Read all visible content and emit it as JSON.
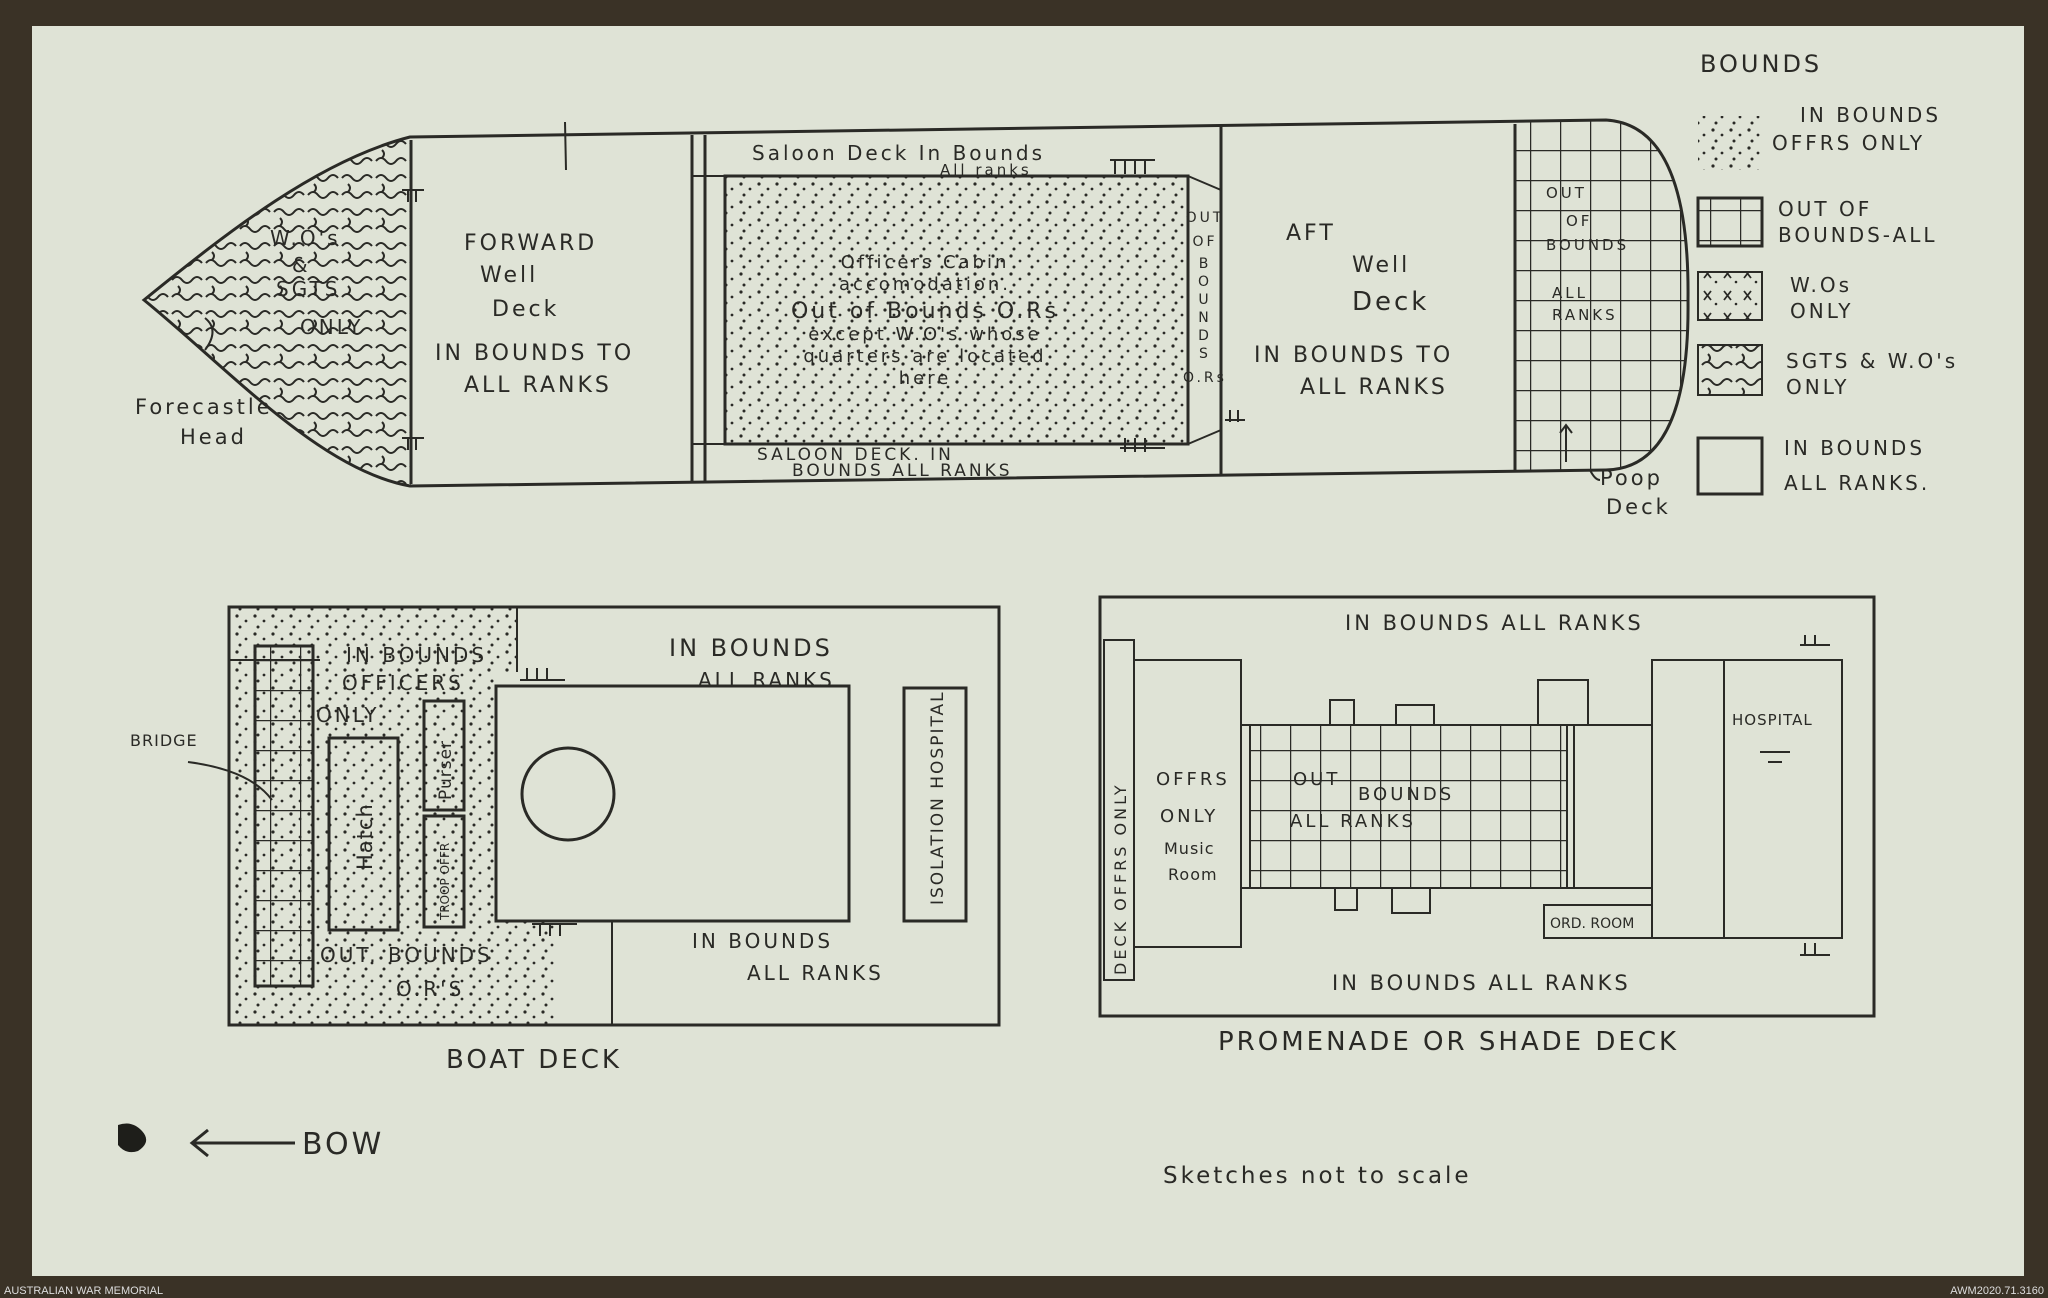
{
  "colors": {
    "paper": "#dfe3d6",
    "ink": "#2a2a26",
    "scan_border": "#3a3226"
  },
  "ship_plan": {
    "bow_section": {
      "lines": [
        "W.O's",
        "&",
        "SGTS",
        "ONLY"
      ]
    },
    "forecastle": {
      "lines": [
        "Forecastle",
        "Head"
      ]
    },
    "forward_well_deck": {
      "lines": [
        "FORWARD",
        "Well",
        "Deck",
        "IN BOUNDS TO",
        "ALL RANKS"
      ]
    },
    "saloon_top": {
      "lines": [
        "Saloon Deck In Bounds",
        "All ranks"
      ]
    },
    "officers_cabin": {
      "lines": [
        "Officers Cabin",
        "accomodation.",
        "Out of Bounds O.Rs",
        "except W.O's whose",
        "quarters are located",
        "here"
      ]
    },
    "saloon_side": {
      "letters": [
        "OUT",
        "OF",
        "B",
        "O",
        "U",
        "N",
        "D",
        "S",
        "O.Rs"
      ]
    },
    "saloon_bottom": {
      "lines": [
        "SALOON DECK. IN",
        "BOUNDS ALL RANKS"
      ]
    },
    "aft_well_deck": {
      "lines": [
        "AFT",
        "Well",
        "Deck",
        "IN BOUNDS TO",
        "ALL RANKS"
      ]
    },
    "poop_grid": {
      "lines": [
        "OUT",
        "OF",
        "BOUNDS",
        "ALL",
        "RANKS"
      ]
    },
    "poop_deck": {
      "lines": [
        "Poop",
        "Deck"
      ]
    }
  },
  "legend": {
    "title": "BOUNDS",
    "items": [
      {
        "pattern": "dots",
        "lines": [
          "IN BOUNDS",
          "OFFRS ONLY"
        ]
      },
      {
        "pattern": "grid",
        "lines": [
          "OUT OF",
          "BOUNDS-ALL"
        ]
      },
      {
        "pattern": "crosses",
        "lines": [
          "W.Os",
          "ONLY"
        ]
      },
      {
        "pattern": "waves",
        "lines": [
          "SGTS & W.O's",
          "ONLY"
        ]
      },
      {
        "pattern": "blank",
        "lines": [
          "IN BOUNDS",
          "ALL RANKS."
        ]
      }
    ]
  },
  "boat_deck": {
    "title": "BOAT DECK",
    "offrs": [
      "IN BOUNDS",
      "OFFICERS",
      "ONLY"
    ],
    "bridge": "BRIDGE",
    "hatch": "Hatch",
    "purser": "Purser",
    "troop_offr": "TROOP OFFR",
    "isolation": "ISOLATION HOSPITAL",
    "top_right": [
      "IN BOUNDS",
      "ALL RANKS"
    ],
    "bottom_left": [
      "OUT. BOUNDS",
      "O.R'S"
    ],
    "bottom_right": [
      "IN BOUNDS",
      "ALL RANKS"
    ]
  },
  "promenade_deck": {
    "title": "PROMENADE OR SHADE DECK",
    "top": "IN BOUNDS ALL RANKS",
    "bottom": "IN BOUNDS ALL RANKS",
    "side_strip": "DECK OFFRS ONLY",
    "music_room": [
      "OFFRS",
      "ONLY",
      "Music",
      "Room"
    ],
    "grid": [
      "OUT",
      "BOUNDS",
      "ALL RANKS"
    ],
    "hospital": "HOSPITAL",
    "ord_room": "ORD. ROOM"
  },
  "footer": {
    "bow": "BOW",
    "note": "Sketches not to scale"
  },
  "archive": {
    "left": "AUSTRALIAN WAR MEMORIAL",
    "right": "AWM2020.71.3160"
  }
}
